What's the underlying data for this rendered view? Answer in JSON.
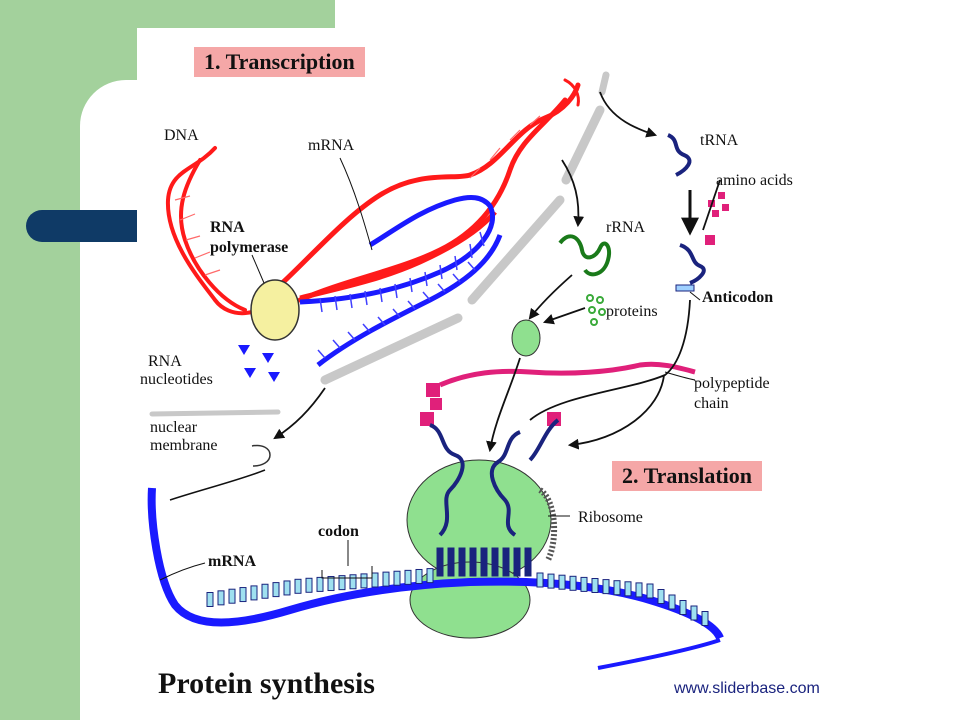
{
  "diagram": {
    "title": "Protein synthesis",
    "section_transcription": "1. Transcription",
    "section_translation": "2. Translation",
    "labels": {
      "dna": "DNA",
      "mrna_top": "mRNA",
      "rna_polymerase_1": "RNA",
      "rna_polymerase_2": "polymerase",
      "rna_nucleotides_1": "RNA",
      "rna_nucleotides_2": "nucleotides",
      "nuclear_membrane_1": "nuclear",
      "nuclear_membrane_2": "membrane",
      "trna": "tRNA",
      "amino_acids": "amino acids",
      "rrna": "rRNA",
      "proteins": "proteins",
      "anticodon": "Anticodon",
      "polypeptide_1": "polypeptide",
      "polypeptide_2": "chain",
      "ribosome": "Ribosome",
      "codon": "codon",
      "mrna_bottom": "mRNA"
    },
    "colors": {
      "dna": "#ff1a1a",
      "mrna": "#1a1aff",
      "trna": "#1a237e",
      "rrna": "#1a7a1a",
      "ribosome": "#8fe08f",
      "polypeptide": "#e0207a",
      "membrane": "#c8c8c8",
      "polymerase": "#f5f0a0"
    }
  },
  "footer": {
    "url": "www.sliderbase.com"
  }
}
